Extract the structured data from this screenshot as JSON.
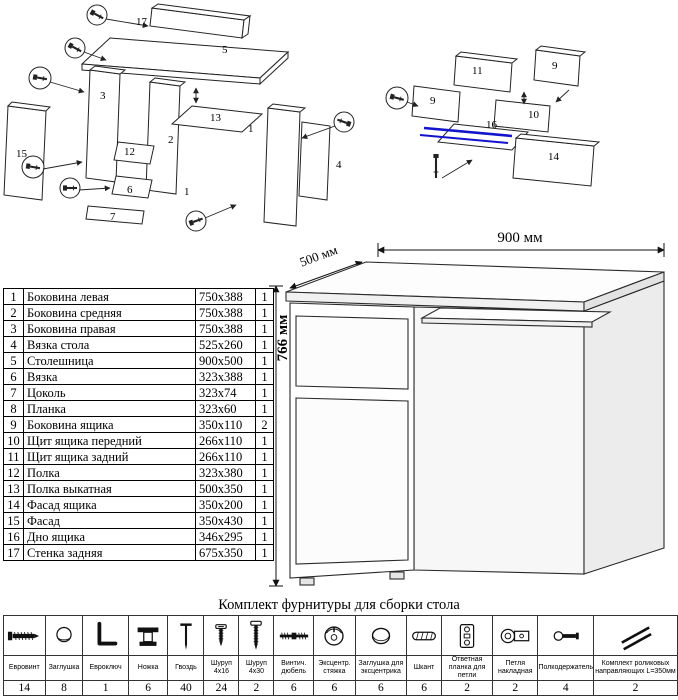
{
  "colors": {
    "rail_accent": "#1414cc",
    "line": "#222222"
  },
  "diagrams": {
    "left": {
      "labels": [
        "17",
        "5",
        "3",
        "13",
        "2",
        "12",
        "6",
        "7",
        "15",
        "1",
        "4",
        "1"
      ]
    },
    "right": {
      "labels": [
        "11",
        "9",
        "9",
        "10",
        "16",
        "14"
      ]
    }
  },
  "desk": {
    "width_label": "900 мм",
    "depth_label": "500 мм",
    "height_label": "766 мм"
  },
  "parts_table": {
    "rows": [
      {
        "num": "1",
        "name": "Боковина левая",
        "size": "750x388",
        "qty": "1"
      },
      {
        "num": "2",
        "name": "Боковина средняя",
        "size": "750x388",
        "qty": "1"
      },
      {
        "num": "3",
        "name": "Боковина правая",
        "size": "750x388",
        "qty": "1"
      },
      {
        "num": "4",
        "name": "Вязка стола",
        "size": "525x260",
        "qty": "1"
      },
      {
        "num": "5",
        "name": "Столешница",
        "size": "900x500",
        "qty": "1"
      },
      {
        "num": "6",
        "name": "Вязка",
        "size": "323x388",
        "qty": "1"
      },
      {
        "num": "7",
        "name": "Цоколь",
        "size": "323x74",
        "qty": "1"
      },
      {
        "num": "8",
        "name": "Планка",
        "size": "323x60",
        "qty": "1"
      },
      {
        "num": "9",
        "name": "Боковина ящика",
        "size": "350x110",
        "qty": "2"
      },
      {
        "num": "10",
        "name": "Щит ящика передний",
        "size": "266x110",
        "qty": "1"
      },
      {
        "num": "11",
        "name": "Щит ящика задний",
        "size": "266x110",
        "qty": "1"
      },
      {
        "num": "12",
        "name": "Полка",
        "size": "323x380",
        "qty": "1"
      },
      {
        "num": "13",
        "name": "Полка выкатная",
        "size": "500x350",
        "qty": "1"
      },
      {
        "num": "14",
        "name": "Фасад ящика",
        "size": "350x200",
        "qty": "1"
      },
      {
        "num": "15",
        "name": "Фасад",
        "size": "350x430",
        "qty": "1"
      },
      {
        "num": "16",
        "name": "Дно ящика",
        "size": "346x295",
        "qty": "1"
      },
      {
        "num": "17",
        "name": "Стенка задняя",
        "size": "675x350",
        "qty": "1"
      }
    ]
  },
  "hardware": {
    "title": "Комплект фурнитуры для сборки стола",
    "items": [
      {
        "name": "Евровинт",
        "qty": "14",
        "icon": "euroscrew-icon"
      },
      {
        "name": "Заглушка",
        "qty": "8",
        "icon": "plug-cap-icon"
      },
      {
        "name": "Евроключ",
        "qty": "1",
        "icon": "hex-key-icon"
      },
      {
        "name": "Ножка",
        "qty": "6",
        "icon": "leg-icon"
      },
      {
        "name": "Гвоздь",
        "qty": "40",
        "icon": "nail-icon"
      },
      {
        "name": "Шуруп 4x16",
        "qty": "24",
        "icon": "screw-4x16-icon"
      },
      {
        "name": "Шуруп 4x30",
        "qty": "2",
        "icon": "screw-4x30-icon"
      },
      {
        "name": "Винтич. дюбель",
        "qty": "6",
        "icon": "dowel-screw-icon"
      },
      {
        "name": "Эксцентр. стяжка",
        "qty": "6",
        "icon": "cam-lock-icon"
      },
      {
        "name": "Заглушка для эксцентрика",
        "qty": "6",
        "icon": "cam-cap-icon"
      },
      {
        "name": "Шкант",
        "qty": "6",
        "icon": "wood-dowel-icon"
      },
      {
        "name": "Ответная планка для петли",
        "qty": "2",
        "icon": "hinge-plate-icon"
      },
      {
        "name": "Петля накладная",
        "qty": "2",
        "icon": "hinge-icon"
      },
      {
        "name": "Полкодержатель",
        "qty": "4",
        "icon": "shelf-pin-icon"
      },
      {
        "name": "Комплект роликовых направляющих L=350мм",
        "qty": "2",
        "icon": "roller-guides-icon"
      }
    ]
  }
}
